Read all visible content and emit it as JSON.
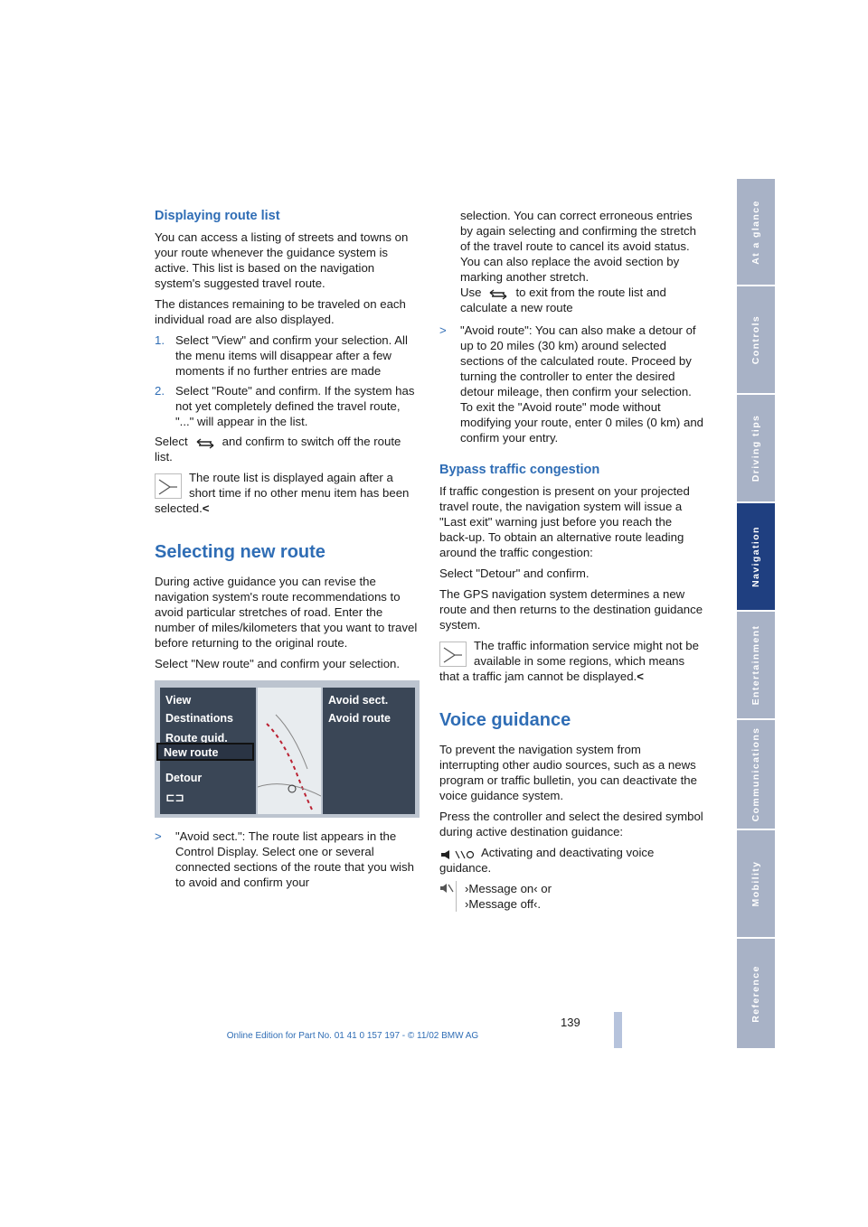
{
  "left": {
    "h_route_list": "Displaying route list",
    "p1": "You can access a listing of streets and towns on your route whenever the guidance system is active. This list is based on the navigation system's suggested travel route.",
    "p2": "The distances remaining to be traveled on each individual road are also displayed.",
    "step1_num": "1.",
    "step1": "Select \"View\" and confirm your selection. All the menu items will disappear after a few moments if no further entries are made",
    "step2_num": "2.",
    "step2": "Select \"Route\" and confirm. If the system has not yet completely defined the travel route, \"...\" will appear in the list.",
    "select_pre": "Select",
    "select_post": "and confirm to switch off the route list.",
    "note1": "The route list is displayed again after a short time if no other menu item has been selected.",
    "note1_end": "<",
    "h_new_route": "Selecting new route",
    "p3": "During active guidance you can revise the navigation system's route recommendations to avoid particular stretches of road. Enter the number of miles/kilometers that you want to travel before returning to the original route.",
    "p4": "Select \"New route\" and confirm your selection.",
    "screen": {
      "menu": [
        "View",
        "Destinations",
        "Route guid.",
        "New route",
        "Detour",
        "⊏⊐"
      ],
      "right_menu": [
        "Avoid sect.",
        "Avoid route"
      ]
    },
    "bullet_mark": ">",
    "bullet1": "\"Avoid sect.\": The route list appears in the Control Display. Select one or several connected sections of the route that you wish to avoid and confirm your"
  },
  "right": {
    "cont1": "selection. You can correct erroneous entries by again selecting and confirming the stretch of the travel route to cancel its avoid status. You can also replace the avoid section by marking another stretch.",
    "use_pre": "Use",
    "use_post": "to exit from the route list and calculate a new route",
    "bullet_mark": ">",
    "bullet2": "\"Avoid route\": You can also make a detour of up to 20 miles (30 km) around selected sections of the calculated route. Proceed by turning the controller to enter the desired detour mileage, then confirm your selection. To exit the \"Avoid route\" mode without modifying your route, enter 0 miles (0 km) and confirm your entry.",
    "h_bypass": "Bypass traffic congestion",
    "p5": "If traffic congestion is present on your projected travel route, the navigation system will issue a \"Last exit\" warning just before you reach the back-up. To obtain an alternative route leading around the traffic congestion:",
    "p6": "Select \"Detour\" and confirm.",
    "p7": "The GPS navigation system determines a new route and then returns to the destination guidance system.",
    "note2": "The traffic information service might not be available in some regions, which means that a traffic jam cannot be displayed.",
    "note2_end": "<",
    "h_voice": "Voice guidance",
    "p8": "To prevent the navigation system from interrupting other audio sources, such as a news program or traffic bulletin, you can deactivate the voice guidance system.",
    "p9": "Press the controller and select the desired symbol during active destination guidance:",
    "voice_desc": "Activating and deactivating voice guidance.",
    "msg_on": "›Message on‹ or",
    "msg_off": "›Message off‹."
  },
  "sidebar": [
    "At a glance",
    "Controls",
    "Driving tips",
    "Navigation",
    "Entertainment",
    "Communications",
    "Mobility",
    "Reference"
  ],
  "sidebar_active": "Navigation",
  "page_number": "139",
  "footer": "Online Edition for Part No. 01 41 0 157 197 - © 11/02 BMW AG",
  "colors": {
    "heading": "#2f6db5",
    "tab": "#a8b2c6",
    "tab_active": "#1f3f80"
  }
}
